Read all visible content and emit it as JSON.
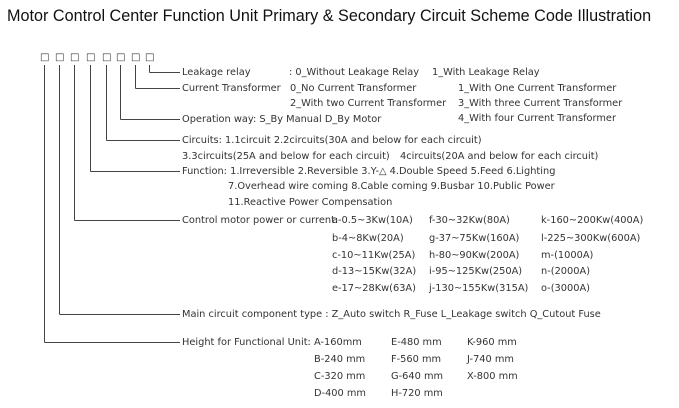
{
  "title": "Motor Control Center Function Unit Primary & Secondary Circuit Scheme Code Illustration",
  "code_boxes": [
    "□",
    "□",
    "□",
    "□",
    "□",
    "□",
    "□",
    "□"
  ],
  "leakage": {
    "label": "Leakage relay",
    "opt0": ": 0_Without Leakage Relay",
    "opt1": "1_With Leakage Relay"
  },
  "transformer": {
    "label": "Current Transformer",
    "opt0": "0_No Current Transformer",
    "opt1": "1_With One Current Transformer",
    "opt2": "2_With two Current Transformer",
    "opt3": "3_With three Current Transformer",
    "opt4": "4_With four Current Transformer"
  },
  "operation": {
    "label": "Operation way: S_By Manual  D_By Motor"
  },
  "circuits": {
    "label": "Circuits: 1.1circuit   2.2circuits(30A and below for each circuit)",
    "line2a": "3.3circuits(25A and below for each circuit)",
    "line2b": "4circuits(20A and below for each circuit)"
  },
  "function": {
    "label": "Function: 1.Irreversible 2.Reversible  3.Y-△  4.Double Speed  5.Feed  6.Lighting",
    "line2": "7.Overhead wire coming  8.Cable coming  9.Busbar  10.Public Power",
    "line3": "11.Reactive Power Compensation"
  },
  "power": {
    "label": "Control motor power or current:",
    "rows": [
      [
        "a-0.5~3Kw(10A)",
        "f-30~32Kw(80A)",
        "k-160~200Kw(400A)"
      ],
      [
        "b-4~8Kw(20A)",
        "g-37~75Kw(160A)",
        "l-225~300Kw(600A)"
      ],
      [
        "c-10~11Kw(25A)",
        "h-80~90Kw(200A)",
        "m-(1000A)"
      ],
      [
        "d-13~15Kw(32A)",
        "i-95~125Kw(250A)",
        "n-(2000A)"
      ],
      [
        "e-17~28Kw(63A)",
        "j-130~155Kw(315A)",
        "o-(3000A)"
      ]
    ]
  },
  "main_circuit": {
    "label": "Main circuit component type : Z_Auto switch   R_Fuse   L_Leakage switch   Q_Cutout Fuse"
  },
  "height": {
    "label": "Height for Functional Unit:",
    "rows": [
      [
        "A-160mm",
        "E-480 mm",
        "K-960 mm"
      ],
      [
        "B-240 mm",
        "F-560 mm",
        "J-740 mm"
      ],
      [
        "C-320 mm",
        "G-640 mm",
        "X-800 mm"
      ],
      [
        "D-400 mm",
        "H-720 mm",
        ""
      ]
    ]
  },
  "colors": {
    "line": "#444444",
    "text": "#333333",
    "title": "#111111"
  }
}
